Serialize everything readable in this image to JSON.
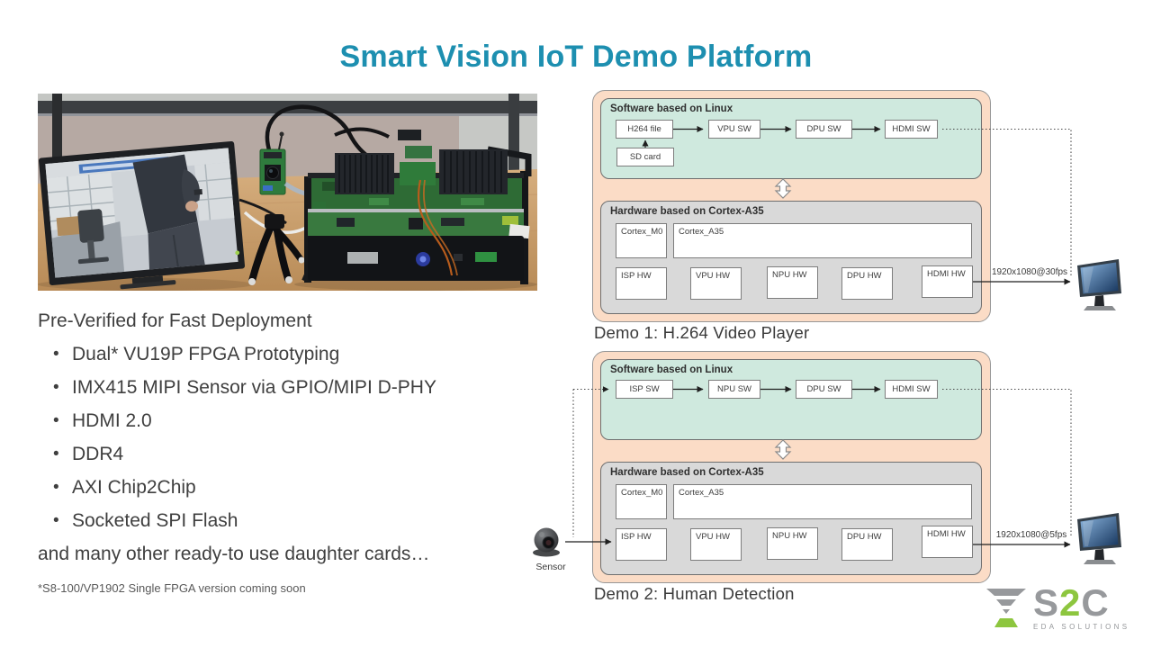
{
  "title": "Smart Vision IoT Demo Platform",
  "left": {
    "heading": "Pre-Verified for Fast Deployment",
    "bullets": [
      "Dual* VU19P FPGA Prototyping",
      "IMX415 MIPI Sensor via GPIO/MIPI D-PHY",
      "HDMI 2.0",
      "DDR4",
      "AXI Chip2Chip",
      "Socketed SPI Flash"
    ],
    "outro": "and many other ready-to use daughter cards…",
    "footnote": "*S8-100/VP1902 Single FPGA version coming soon"
  },
  "demo1": {
    "software_label": "Software based on Linux",
    "hardware_label": "Hardware based on Cortex-A35",
    "sw_flow": [
      "H264 file",
      "VPU SW",
      "DPU SW",
      "HDMI SW"
    ],
    "sd_card": "SD card",
    "cpu": [
      "Cortex_M0",
      "Cortex_A35"
    ],
    "hw_flow": [
      "ISP HW",
      "VPU HW",
      "NPU HW",
      "DPU HW",
      "HDMI HW"
    ],
    "output_label": "1920x1080@30fps",
    "caption": "Demo 1: H.264 Video Player"
  },
  "demo2": {
    "software_label": "Software based on Linux",
    "hardware_label": "Hardware based on Cortex-A35",
    "sw_flow": [
      "ISP SW",
      "NPU SW",
      "DPU SW",
      "HDMI SW"
    ],
    "cpu": [
      "Cortex_M0",
      "Cortex_A35"
    ],
    "hw_flow": [
      "ISP HW",
      "VPU HW",
      "NPU HW",
      "DPU HW",
      "HDMI HW"
    ],
    "sensor_label": "Sensor",
    "output_label": "1920x1080@5fps",
    "caption": "Demo 2: Human Detection"
  },
  "logo": {
    "s": "S",
    "two": "2",
    "c": "C",
    "tagline": "EDA SOLUTIONS"
  },
  "icons": {
    "monitor": "monitor-icon",
    "sensor": "dome-camera-icon",
    "sw_hw_link": "up-down-arrow-icon",
    "bullet": "•"
  },
  "colors": {
    "title": "#1d8fb0",
    "body_text": "#3f3f3f",
    "demo_outer_bg": "#fbdcc6",
    "software_bg": "#cfe9de",
    "hardware_bg": "#d9d9d9",
    "logo_gray": "#97999c",
    "logo_green": "#8dc63f"
  }
}
